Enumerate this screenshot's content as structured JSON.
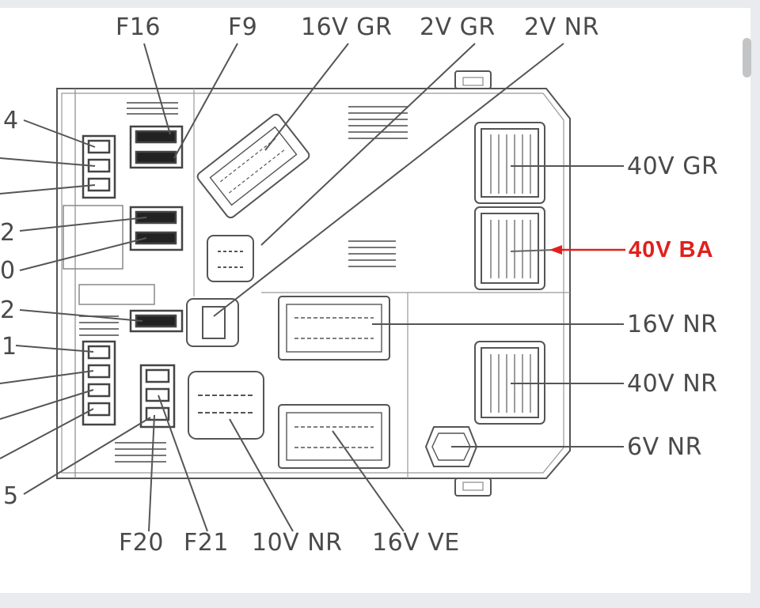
{
  "diagram": {
    "top_labels": [
      "F16",
      "F9",
      "16V GR",
      "2V GR",
      "2V NR"
    ],
    "right_labels": [
      "40V GR",
      "40V BA",
      "16V NR",
      "40V NR",
      "6V NR"
    ],
    "bottom_labels": [
      "F20",
      "F21",
      "10V NR",
      "16V VE"
    ],
    "left_labels": [
      "4",
      "2",
      "0",
      "2",
      "1",
      "5"
    ],
    "highlighted_label_index": 1,
    "highlight_color": "#e0201c",
    "line_color": "#555555"
  }
}
